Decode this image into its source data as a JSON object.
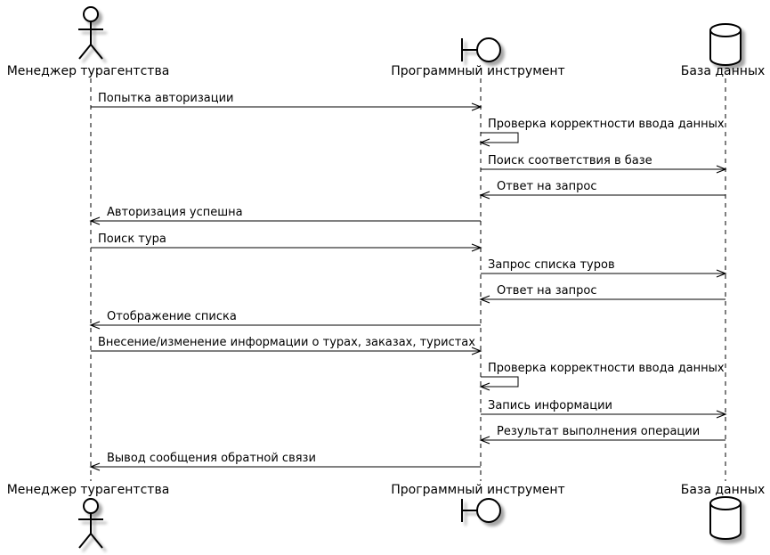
{
  "participants": [
    {
      "id": "manager",
      "type": "actor",
      "label": "Менеджер турагентства"
    },
    {
      "id": "tool",
      "type": "boundary",
      "label": "Программный инструмент"
    },
    {
      "id": "db",
      "type": "database",
      "label": "База данных"
    }
  ],
  "messages": [
    {
      "from": "manager",
      "to": "tool",
      "text": "Попытка авторизации"
    },
    {
      "from": "tool",
      "to": "tool",
      "text": "Проверка корректности ввода данных"
    },
    {
      "from": "tool",
      "to": "db",
      "text": "Поиск соответствия в базе"
    },
    {
      "from": "db",
      "to": "tool",
      "text": "Ответ на запрос"
    },
    {
      "from": "tool",
      "to": "manager",
      "text": "Авторизация успешна"
    },
    {
      "from": "manager",
      "to": "tool",
      "text": "Поиск тура"
    },
    {
      "from": "tool",
      "to": "db",
      "text": "Запрос списка туров"
    },
    {
      "from": "db",
      "to": "tool",
      "text": "Ответ на запрос"
    },
    {
      "from": "tool",
      "to": "manager",
      "text": "Отображение списка"
    },
    {
      "from": "manager",
      "to": "tool",
      "text": "Внесение/изменение информации о турах, заказах, туристах"
    },
    {
      "from": "tool",
      "to": "tool",
      "text": "Проверка корректности ввода данных"
    },
    {
      "from": "tool",
      "to": "db",
      "text": "Запись информации"
    },
    {
      "from": "db",
      "to": "tool",
      "text": "Результат выполнения операции"
    },
    {
      "from": "tool",
      "to": "manager",
      "text": "Вывод сообщения обратной связи"
    }
  ]
}
